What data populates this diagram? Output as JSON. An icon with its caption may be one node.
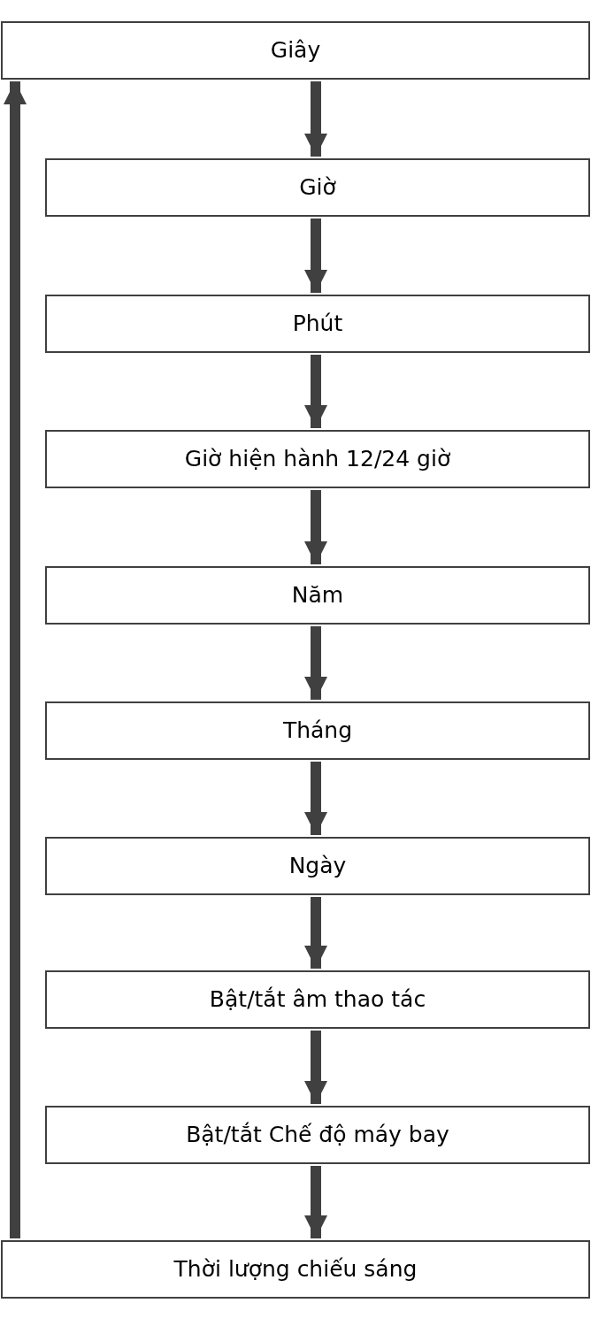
{
  "diagram": {
    "nodes": [
      {
        "text": [
          "Giây"
        ]
      },
      {
        "text": [
          "Giờ"
        ]
      },
      {
        "text": [
          "Phút"
        ]
      },
      {
        "text": [
          "Giờ hiện hành 12/24 giờ"
        ]
      },
      {
        "text": [
          "Năm"
        ]
      },
      {
        "text": [
          "Tháng"
        ]
      },
      {
        "text": [
          "Ngày"
        ]
      },
      {
        "text": [
          "Bật/tắt âm thao tác"
        ]
      },
      {
        "text": [
          "Bật/tắt Chế độ máy bay"
        ]
      },
      {
        "text": [
          "Thời lượng chiếu sáng"
        ]
      }
    ],
    "edges": [
      {
        "from": 0,
        "to": 1,
        "arrow": "to"
      },
      {
        "from": 1,
        "to": 2,
        "arrow": "to"
      },
      {
        "from": 2,
        "to": 3,
        "arrow": "to"
      },
      {
        "from": 3,
        "to": 4,
        "arrow": "to"
      },
      {
        "from": 4,
        "to": 5,
        "arrow": "to"
      },
      {
        "from": 5,
        "to": 6,
        "arrow": "to"
      },
      {
        "from": 6,
        "to": 7,
        "arrow": "to"
      },
      {
        "from": 7,
        "to": 8,
        "arrow": "to"
      },
      {
        "from": 8,
        "to": 9,
        "arrow": "to"
      },
      {
        "from": 9,
        "to": 0,
        "arrow": "to"
      }
    ]
  }
}
